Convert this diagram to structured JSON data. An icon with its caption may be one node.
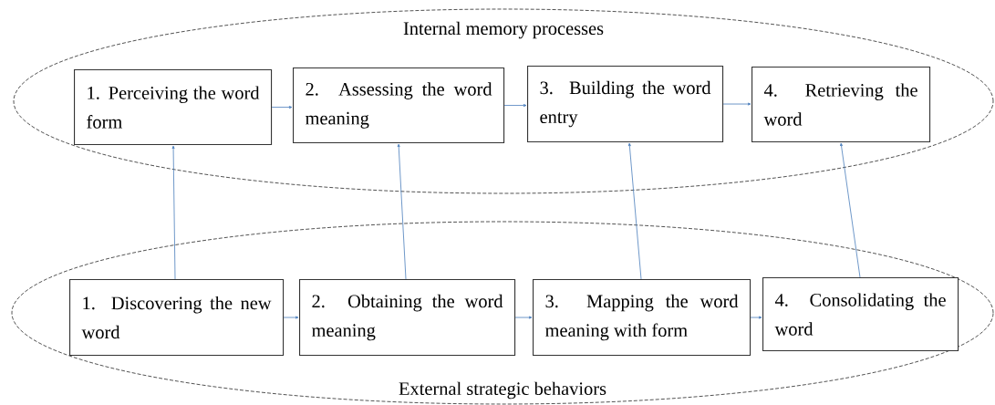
{
  "diagram": {
    "nodes": [
      {
        "text": [
          "Internal memory processes"
        ]
      },
      {
        "text": [
          "1. Perceiving the word form"
        ],
        "in": 0
      },
      {
        "text": [
          "2. Assessing the word meaning"
        ],
        "in": 0
      },
      {
        "text": [
          "3. Building the word entry"
        ],
        "in": 0
      },
      {
        "text": [
          "4. Retrieving the word"
        ],
        "in": 0
      },
      {
        "text": [
          "External strategic behaviors"
        ]
      },
      {
        "text": [
          "1. Discovering the new word"
        ],
        "in": 5
      },
      {
        "text": [
          "2. Obtaining the word meaning"
        ],
        "in": 5
      },
      {
        "text": [
          "3. Mapping the word meaning with form"
        ],
        "in": 5
      },
      {
        "text": [
          "4. Consolidating the word"
        ],
        "in": 5
      }
    ],
    "edges": [
      {
        "from": 1,
        "to": 2,
        "arrow": "to"
      },
      {
        "from": 2,
        "to": 3,
        "arrow": "to"
      },
      {
        "from": 3,
        "to": 4,
        "arrow": "to"
      },
      {
        "from": 6,
        "to": 7,
        "arrow": "to"
      },
      {
        "from": 7,
        "to": 8,
        "arrow": "to"
      },
      {
        "from": 8,
        "to": 9,
        "arrow": "to"
      },
      {
        "from": 6,
        "to": 1,
        "arrow": "to"
      },
      {
        "from": 7,
        "to": 2,
        "arrow": "to"
      },
      {
        "from": 8,
        "to": 3,
        "arrow": "to"
      },
      {
        "from": 9,
        "to": 4,
        "arrow": "to"
      }
    ]
  }
}
